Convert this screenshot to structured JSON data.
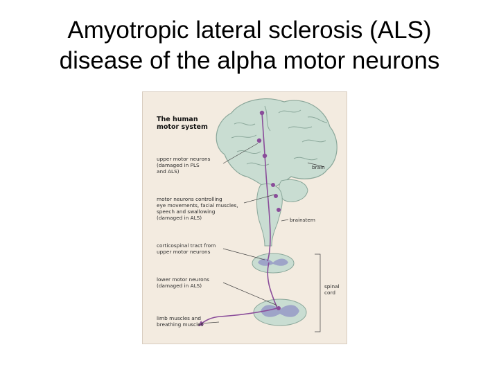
{
  "slide": {
    "title_line1": "Amyotropic lateral sclerosis (ALS)",
    "title_line2": "disease of the alpha motor neurons"
  },
  "figure": {
    "heading": "The human\nmotor system",
    "labels": {
      "upper_motor_neurons": "upper motor neurons\n(damaged in PLS\nand ALS)",
      "brain": "brain",
      "brainstem_neurons": "motor neurons controlling\neye movements, facial muscles,\nspeech and swallowing\n(damaged in ALS)",
      "brainstem": "brainstem",
      "corticospinal_tract": "corticospinal tract from\nupper motor neurons",
      "lower_motor_neurons": "lower motor neurons\n(damaged in  ALS)",
      "spinal_cord": "spinal\ncord",
      "limb_muscles": "limb muscles and\nbreathing muscles"
    },
    "colors": {
      "background": "#f3ebe0",
      "brain_fill": "#c9ddd2",
      "brain_outline": "#8aa79a",
      "neuron_path": "#8a4c9a",
      "grey_matter": "#9ea4c8",
      "leader_line": "#444444"
    }
  }
}
